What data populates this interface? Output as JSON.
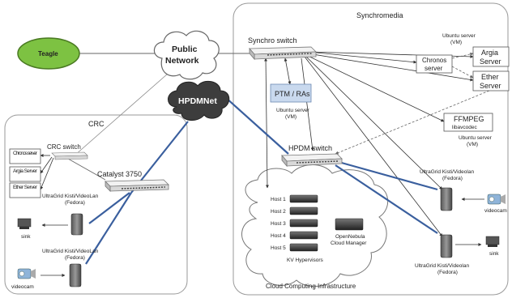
{
  "regions": {
    "synchromedia": "Synchromedia",
    "crc": "CRC",
    "cloud": "Cloud Computing Infrastructure"
  },
  "clouds": {
    "public_network": [
      "Public",
      "Network"
    ],
    "hpdmnet": "HPDMNet"
  },
  "nodes": {
    "teagle": "Teagle",
    "synchro_switch": "Synchro switch",
    "hpdm_switch": "HPDM switch",
    "crc_switch": "CRC switch",
    "catalyst": "Catalyst 3750",
    "ptm": "PTM / RAs",
    "ptm_sub": [
      "Ubuntu server",
      "(VM)"
    ],
    "chronos_syn": [
      "Chronos",
      "server"
    ],
    "argia_syn": [
      "Argia",
      "Server"
    ],
    "ether_syn": [
      "Ether",
      "Server"
    ],
    "ubuntu_top": [
      "Ubuntu server",
      "(VM)"
    ],
    "ffmpeg": [
      "FFMPEG",
      "libavcodec"
    ],
    "ffmpeg_sub": [
      "Ubuntu server",
      "(VM)"
    ],
    "crc_servers": [
      "Chronos server",
      "Argia Server",
      "Ether Server"
    ],
    "hosts": [
      "Host 1",
      "Host 2",
      "Host 3",
      "Host 4",
      "Host 5"
    ],
    "kv": "KV Hypervisors",
    "opennebula": [
      "OpenNebula",
      "Cloud Manager"
    ],
    "ultragrid_right_top": [
      "UltraGrid Kisti/Videolan",
      "(Fedora)"
    ],
    "ultragrid_right_bottom": [
      "UltraGrid Kisti/Videolan",
      "(Fedora)"
    ],
    "ultragrid_left_top": [
      "UltraGrid Kisti/VideoLan",
      "(Fedora)"
    ],
    "ultragrid_left_bottom": [
      "UltraGrid Kisti/VideoLan",
      "(Fedora)"
    ],
    "videocam_right": "videocam",
    "sink_right": "sink",
    "sink_left": "sink",
    "videocam_left": "videocam"
  },
  "colors": {
    "teagle_fill": "#7dc242",
    "hpdmnet_fill": "#3d3d3d",
    "blue_link": "#3a5f9e",
    "ptm_fill": "#c9d9ee",
    "switch_fill": "#e6e6e6",
    "region_stroke": "#888888"
  }
}
